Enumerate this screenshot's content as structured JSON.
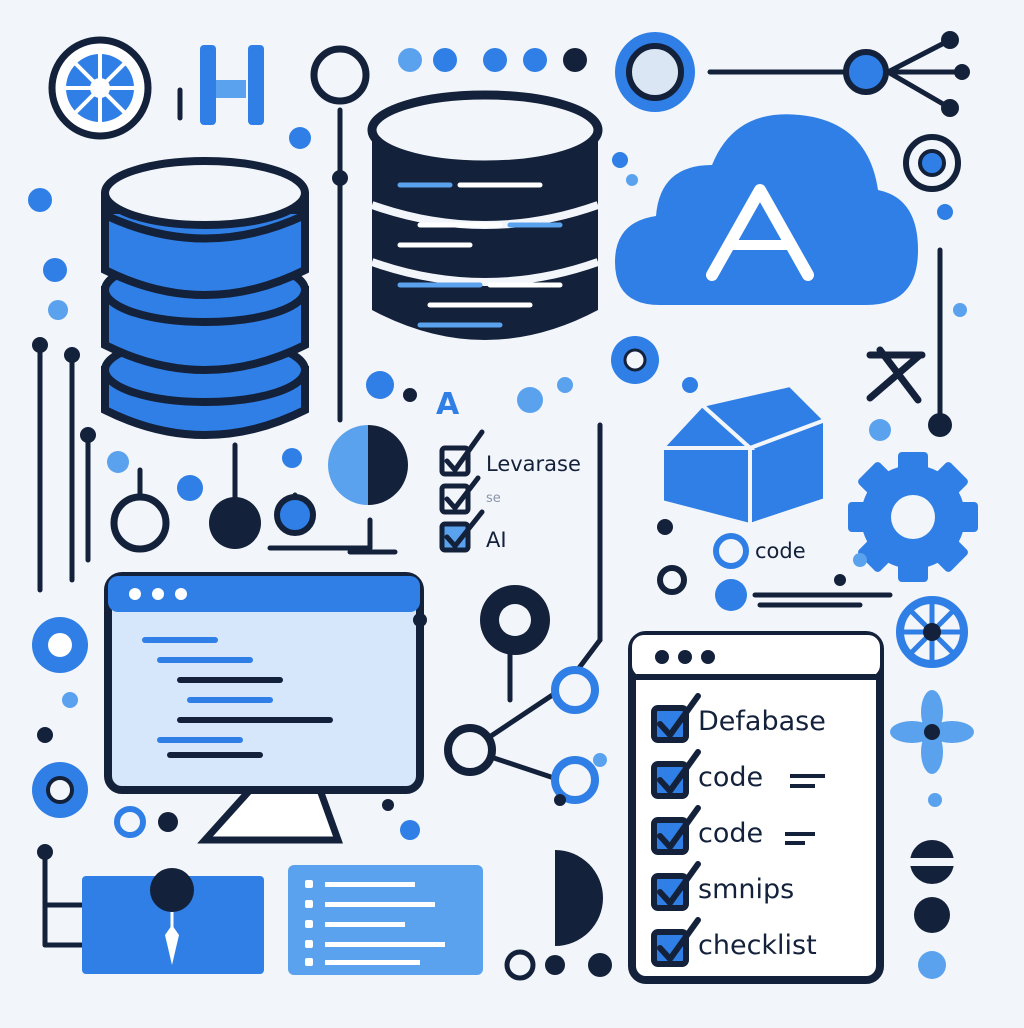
{
  "colors": {
    "background": "#f2f5f9",
    "primary_blue": "#2f7fe6",
    "light_blue": "#5aa2ee",
    "navy": "#14213a",
    "white": "#ffffff"
  },
  "icons": [
    "database-stack-icon",
    "code-database-icon",
    "cloud-a-icon",
    "cube-icon",
    "gear-icon",
    "monitor-code-icon",
    "node-network-icon",
    "target-icon",
    "wheel-icon",
    "flower-icon",
    "person-icon",
    "checkbox-icon"
  ],
  "cloud": {
    "letter": "A"
  },
  "mid_list": {
    "letter": "A",
    "items": [
      "Levarase",
      "se",
      "AI"
    ]
  },
  "code_tag": {
    "label": "code"
  },
  "checklist": {
    "items": [
      "Defabase",
      "code",
      "code",
      "smnips",
      "checklist"
    ]
  }
}
